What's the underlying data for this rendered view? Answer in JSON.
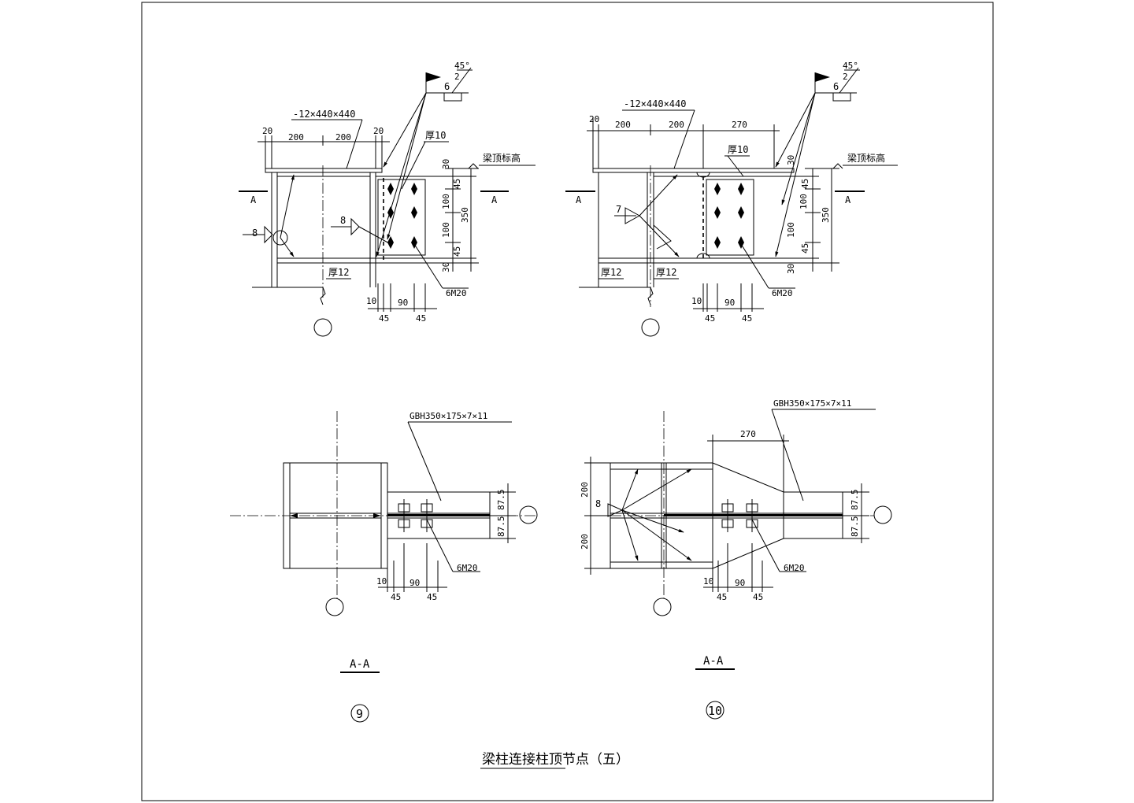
{
  "title": "梁柱连接柱顶节点（五）",
  "weld_symbol": {
    "angle": "45°",
    "gap": "2",
    "size": "6"
  },
  "detail_9": {
    "number": "9",
    "elevation": {
      "plate_label": "-12×440×440",
      "top_dims": [
        "20",
        "200",
        "200",
        "20"
      ],
      "stiffener_thk": "厚10",
      "plate_thk": "厚12",
      "beam_top_label": "梁顶标高",
      "section_mark": "A",
      "weld_left": "8",
      "weld_mid": "8",
      "right_dims": [
        "30",
        "45",
        "100",
        "100",
        "45",
        "30"
      ],
      "total_height": "350",
      "bottom_dims": [
        "10",
        "90",
        "45",
        "45"
      ],
      "bolts": "6M20"
    },
    "section": {
      "title": "A-A",
      "beam_label": "GBH350×175×7×11",
      "right_dims": [
        "87.5",
        "87.5"
      ],
      "bottom_dims": [
        "10",
        "90",
        "45",
        "45"
      ],
      "bolts": "6M20"
    }
  },
  "detail_10": {
    "number": "10",
    "elevation": {
      "plate_label": "-12×440×440",
      "top_dims": [
        "20",
        "200",
        "200",
        "270"
      ],
      "stiffener_thk": "厚10",
      "plate_thk": "厚12",
      "plate_thk_2": "厚12",
      "beam_top_label": "梁顶标高",
      "section_mark": "A",
      "weld_left": "7",
      "right_dims": [
        "30",
        "45",
        "100",
        "100",
        "45",
        "30"
      ],
      "total_height": "350",
      "bottom_dims": [
        "10",
        "90",
        "45",
        "45"
      ],
      "bolts": "6M20"
    },
    "section": {
      "title": "A-A",
      "beam_label": "GBH350×175×7×11",
      "top_dim": "270",
      "left_dims": [
        "200",
        "200"
      ],
      "weld_left": "8",
      "right_dims": [
        "87.5",
        "87.5"
      ],
      "bottom_dims": [
        "10",
        "90",
        "45",
        "45"
      ],
      "bolts": "6M20"
    }
  }
}
